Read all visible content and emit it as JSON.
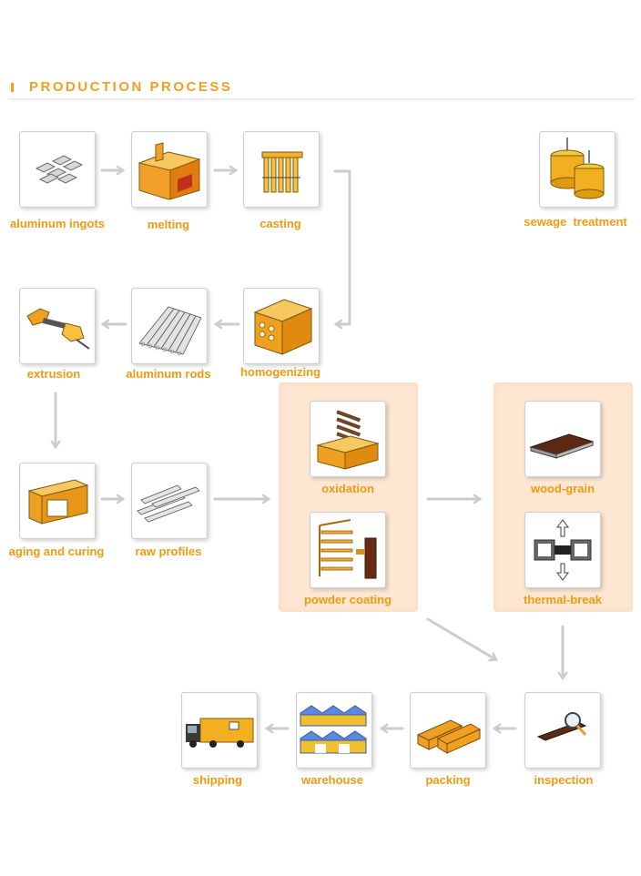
{
  "header": {
    "title": "PRODUCTION PROCESS"
  },
  "colors": {
    "accent": "#f19a10",
    "panel": "#fde7d3",
    "arrow": "#cccccc"
  },
  "steps": {
    "aluminum_ingots": {
      "label": "aluminum ingots",
      "icon": "ingots-icon"
    },
    "melting": {
      "label": "melting",
      "icon": "furnace-icon"
    },
    "casting": {
      "label": "casting",
      "icon": "casting-icon"
    },
    "sewage_treatment": {
      "label": "sewage  treatment",
      "icon": "tanks-icon"
    },
    "extrusion": {
      "label": "extrusion",
      "icon": "extruder-icon"
    },
    "aluminum_rods": {
      "label": "aluminum rods",
      "icon": "rods-icon"
    },
    "homogenizing": {
      "label": "homogenizing",
      "icon": "oven-icon"
    },
    "aging_and_curing": {
      "label": "aging and curing",
      "icon": "aging-oven-icon"
    },
    "raw_profiles": {
      "label": "raw profiles",
      "icon": "profiles-icon"
    },
    "oxidation": {
      "label": "oxidation",
      "icon": "oxidation-tank-icon"
    },
    "powder_coating": {
      "label": "powder coating",
      "icon": "coating-rack-icon"
    },
    "wood_grain": {
      "label": "wood-grain",
      "icon": "wood-grain-icon"
    },
    "thermal_break": {
      "label": "thermal-break",
      "icon": "thermal-break-icon"
    },
    "inspection": {
      "label": "inspection",
      "icon": "magnifier-icon"
    },
    "packing": {
      "label": "packing",
      "icon": "pallets-icon"
    },
    "warehouse": {
      "label": "warehouse",
      "icon": "warehouse-icon"
    },
    "shipping": {
      "label": "shipping",
      "icon": "truck-icon"
    }
  }
}
